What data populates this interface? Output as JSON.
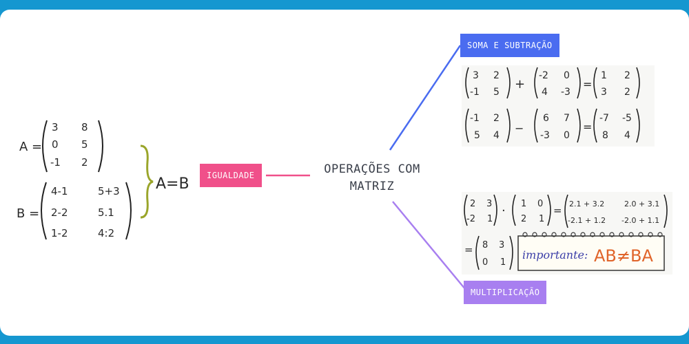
{
  "title": "OPERAÇÕES COM MATRIZ",
  "tags": {
    "igualdade": "IGUALDADE",
    "soma": "SOMA E SUBTRAÇÃO",
    "multiplicacao": "MULTIPLICAÇÃO"
  },
  "colors": {
    "background": "#1597d0",
    "igualdade": "#f0508a",
    "soma": "#4a6cf0",
    "multiplicacao": "#a87ff0"
  },
  "igualdade": {
    "matrix_a_label": "A =",
    "matrix_a": [
      [
        "3",
        "8"
      ],
      [
        "0",
        "5"
      ],
      [
        "-1",
        "2"
      ]
    ],
    "matrix_b_label": "B =",
    "matrix_b": [
      [
        "4-1",
        "5+3"
      ],
      [
        "2-2",
        "5.1"
      ],
      [
        "1-2",
        "4:2"
      ]
    ],
    "result": "A=B"
  },
  "soma": {
    "sum": {
      "a": [
        [
          "3",
          "2"
        ],
        [
          "-1",
          "5"
        ]
      ],
      "op": "+",
      "b": [
        [
          "-2",
          "0"
        ],
        [
          "4",
          "-3"
        ]
      ],
      "r": [
        [
          "1",
          "2"
        ],
        [
          "3",
          "2"
        ]
      ]
    },
    "sub": {
      "a": [
        [
          "-1",
          "2"
        ],
        [
          "5",
          "4"
        ]
      ],
      "op": "−",
      "b": [
        [
          "6",
          "7"
        ],
        [
          "-3",
          "0"
        ]
      ],
      "r": [
        [
          "-7",
          "-5"
        ],
        [
          "8",
          "4"
        ]
      ]
    }
  },
  "multiplicacao": {
    "a": [
      [
        "2",
        "3"
      ],
      [
        "-2",
        "1"
      ]
    ],
    "op": "·",
    "b": [
      [
        "1",
        "0"
      ],
      [
        "2",
        "1"
      ]
    ],
    "expanded": [
      [
        "2.1 + 3.2",
        "2.0 + 3.1"
      ],
      [
        "-2.1 + 1.2",
        "-2.0 + 1.1"
      ]
    ],
    "r": [
      [
        "8",
        "3"
      ],
      [
        "0",
        "1"
      ]
    ],
    "important_label": "importante:",
    "important_text": "AB≠BA"
  }
}
